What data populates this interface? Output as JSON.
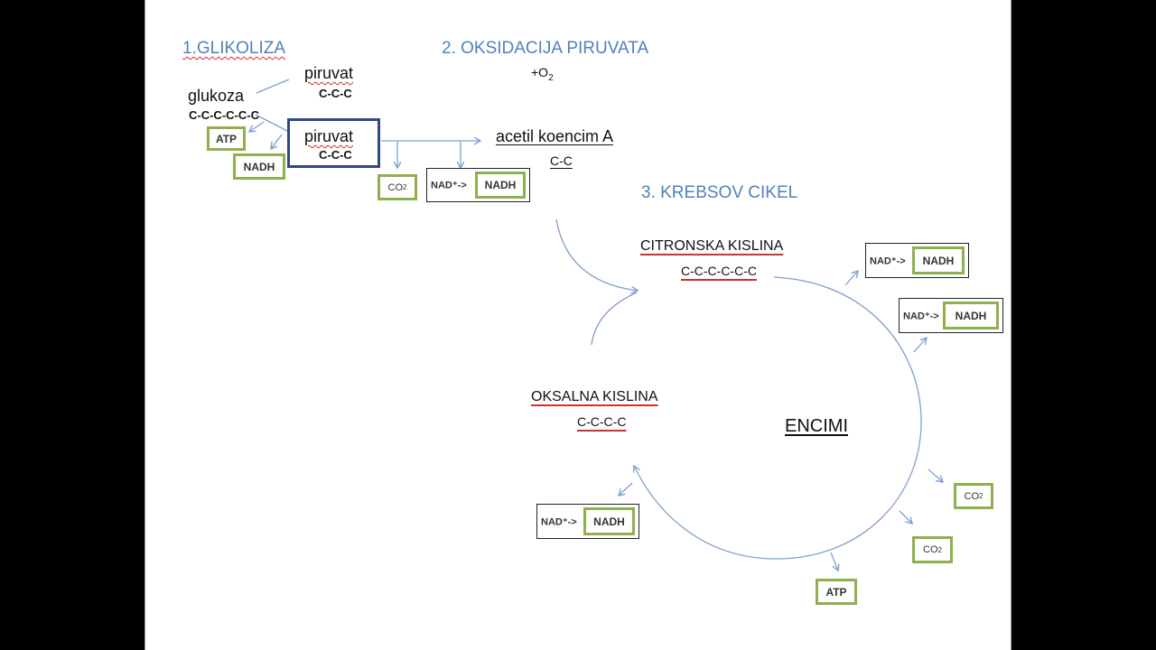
{
  "steps": {
    "glikoliza": "1.GLIKOLIZA",
    "oksidacija": "2. OKSIDACIJA PIRUVATA",
    "o2": "+O",
    "o2_sub": "2",
    "krebs": "3. KREBSOV CIKEL"
  },
  "glikoliza": {
    "glukoza": "glukoza",
    "glukoza_chain": "C-C-C-C-C-C",
    "piruvat1": "piruvat",
    "piruvat1_chain": "C-C-C",
    "piruvat2": "piruvat",
    "piruvat2_chain": "C-C-C",
    "atp": "ATP",
    "nadh": "NADH"
  },
  "oksidacija": {
    "acetil": "acetil koencim A",
    "acetil_chain": "C-C",
    "co2": "CO",
    "co2_sub": "2",
    "nad_text": "NAD⁺->",
    "nadh": "NADH"
  },
  "krebs": {
    "citronska": "CITRONSKA KISLINA",
    "citronska_chain": "C-C-C-C-C-C",
    "oksalna": "OKSALNA KISLINA",
    "oksalna_chain": "C-C-C-C",
    "encimi": "ENCIMI",
    "nad_text": "NAD⁺->",
    "nadh": "NADH",
    "co2": "CO",
    "co2_sub": "2",
    "atp": "ATP"
  },
  "colors": {
    "arrow": "#7f9fd0",
    "green_box": "#8fb04f",
    "blue_box": "#2f4a80",
    "heading": "#4f81bd",
    "underline_red": "#d03030"
  }
}
